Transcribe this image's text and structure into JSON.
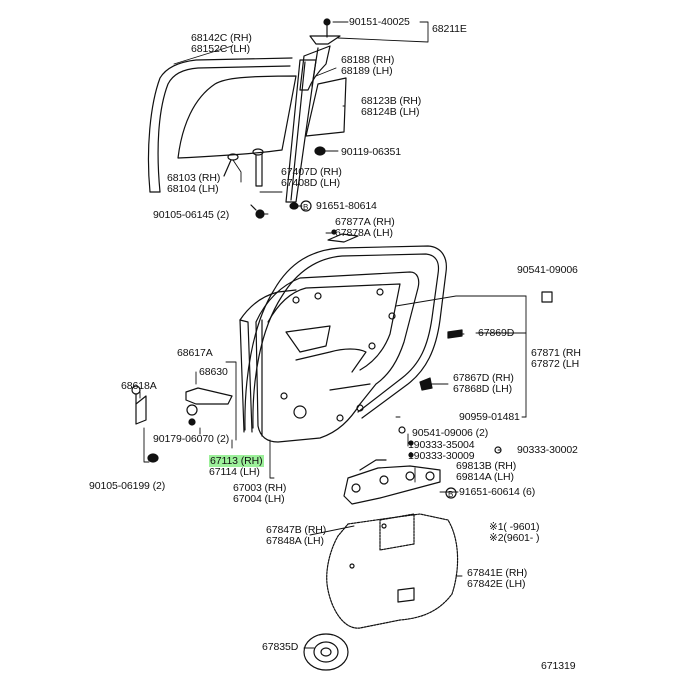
{
  "diagram_id": "671319",
  "highlight_color": "#9cf09a",
  "labels": {
    "l90151": "90151-40025",
    "l68211E": "68211E",
    "l68142": "68142C (RH)",
    "l68152": "68152C (LH)",
    "l68188": "68188 (RH)",
    "l68189": "68189 (LH)",
    "l68123": "68123B (RH)",
    "l68124": "68124B (LH)",
    "l90119": "90119-06351",
    "l68103": "68103 (RH)",
    "l68104": "68104 (LH)",
    "l67407": "67407D (RH)",
    "l67408": "67408D (LH)",
    "l91651a": "91651-80614",
    "l90105a": "90105-06145 (2)",
    "l67877": "67877A (RH)",
    "l67878": "67878A (LH)",
    "l90541a": "90541-09006",
    "l67869": "67869D",
    "l68617": "68617A",
    "l67871": "67871 (RH",
    "l67872": "67872 (LH",
    "l68618": "68618A",
    "l68630": "68630",
    "l67867": "67867D (RH)",
    "l67868": "67868D (LH)",
    "l90959": "90959-01481",
    "l90179": "90179-06070 (2)",
    "l90541b": "90541-09006 (2)",
    "l190333a": "190333-35004",
    "l190333b": "190333-30009",
    "l90333c": "90333-30002",
    "l67113": "67113 (RH)",
    "l67114": "67114 (LH)",
    "l69813": "69813B (RH)",
    "l69814": "69814A (LH)",
    "l90105b": "90105-06199 (2)",
    "l67003": "67003 (RH)",
    "l67004": "67004 (LH)",
    "l91651b": "91651-60614 (6)",
    "l67847": "67847B (RH)",
    "l67848": "67848A (LH)",
    "l67841": "67841E (RH)",
    "l67842": "67842E (LH)",
    "l67835": "67835D",
    "note1": "※1(     -9601)",
    "note2": "※2(9601-     )",
    "marker_b": "B"
  }
}
